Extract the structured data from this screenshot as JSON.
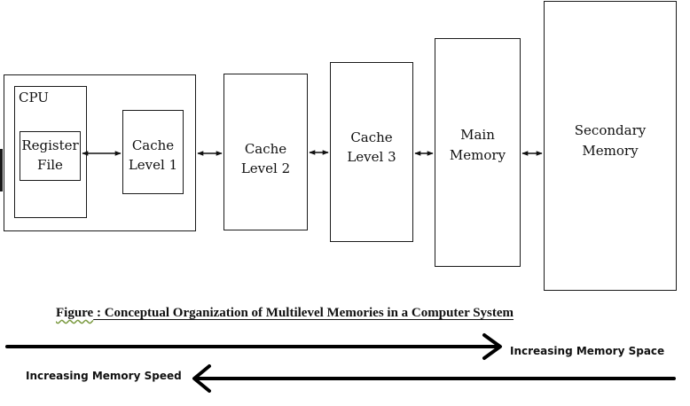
{
  "diagram": {
    "cpu_label": "CPU",
    "register_file": [
      "Register",
      "File"
    ],
    "cache_level_1": [
      "Cache",
      "Level 1"
    ],
    "cache_level_2": [
      "Cache",
      "Level 2"
    ],
    "cache_level_3": [
      "Cache",
      "Level 3"
    ],
    "main_memory": [
      "Main",
      "Memory"
    ],
    "secondary_memory": [
      "Secondary",
      "Memory"
    ]
  },
  "caption": {
    "figure_word": "Figure",
    "text": " : Conceptual Organization of Multilevel Memories in a Computer System"
  },
  "arrows": {
    "space_label": "Increasing Memory Space",
    "speed_label": "Increasing Memory Speed"
  }
}
